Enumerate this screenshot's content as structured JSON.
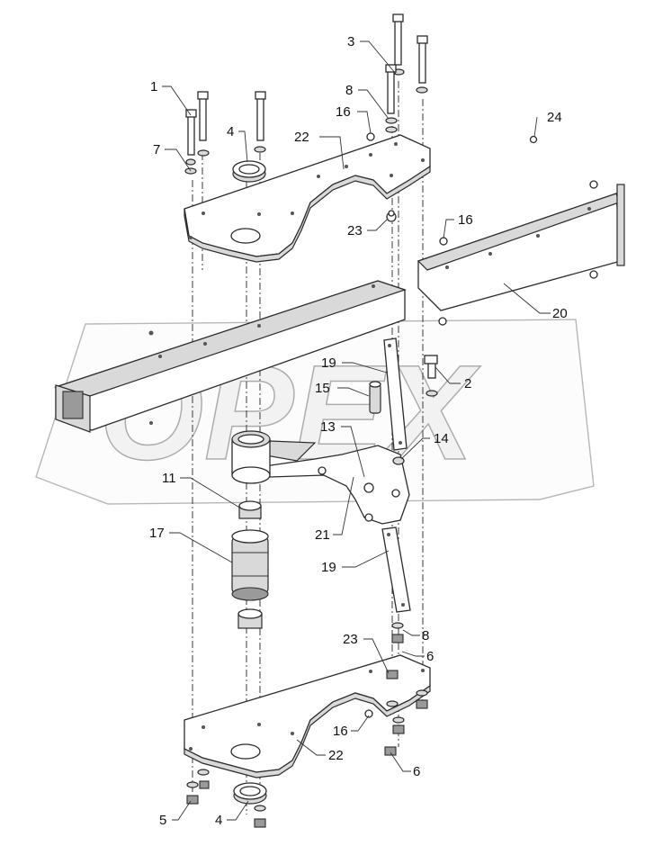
{
  "drawing": {
    "callouts": [
      "1",
      "2",
      "3",
      "4",
      "4",
      "5",
      "6",
      "6",
      "7",
      "8",
      "8",
      "11",
      "13",
      "14",
      "15",
      "16",
      "16",
      "16",
      "17",
      "19",
      "19",
      "20",
      "21",
      "22",
      "22",
      "23",
      "23",
      "24"
    ]
  },
  "watermark": {
    "text": "OPEX",
    "logo": "opex-watermark-logo"
  },
  "colors": {
    "line": "#2b2b2b",
    "shade": "#d9d9d9",
    "background": "#ffffff"
  }
}
